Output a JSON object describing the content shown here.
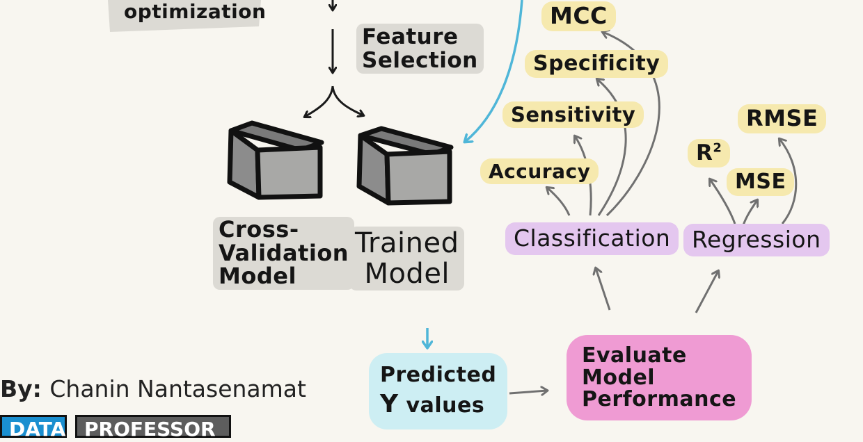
{
  "labels": {
    "optimization": "optimization",
    "feature_selection": [
      "Feature",
      "Selection"
    ],
    "cv_model": [
      "Cross-",
      "Validation",
      "Model"
    ],
    "trained_model": [
      "Trained",
      "Model"
    ],
    "predicted": "Predicted",
    "y_values_symbol": "Y",
    "y_values": "values",
    "evaluate": [
      "Evaluate",
      "Model",
      "Performance"
    ],
    "classification": "Classification",
    "regression": "Regression",
    "accuracy": "Accuracy",
    "sensitivity": "Sensitivity",
    "specificity": "Specificity",
    "mcc": "MCC",
    "r2": "R",
    "r2_sup": "2",
    "mse": "MSE",
    "rmse": "RMSE"
  },
  "footer": {
    "by_prefix": "By:",
    "author": "Chanin Nantasenamat",
    "brand_left": "DATA",
    "brand_right": "PROFESSOR"
  },
  "colors": {
    "gray_highlight": "#dcdad4",
    "yellow_highlight": "#f6e9ae",
    "purple_highlight": "#e4c7ef",
    "blue_highlight": "#cdeef3",
    "pink_highlight": "#ef9bd3",
    "blue_arrow": "#4fb6d8",
    "gray_arrow": "#707070",
    "brand_blue": "#1a8fd0",
    "brand_gray": "#5d5d5d"
  },
  "icons": [
    "down-arrow-icon",
    "split-arrow-icon",
    "cube-icon",
    "curved-arrow-icon"
  ]
}
